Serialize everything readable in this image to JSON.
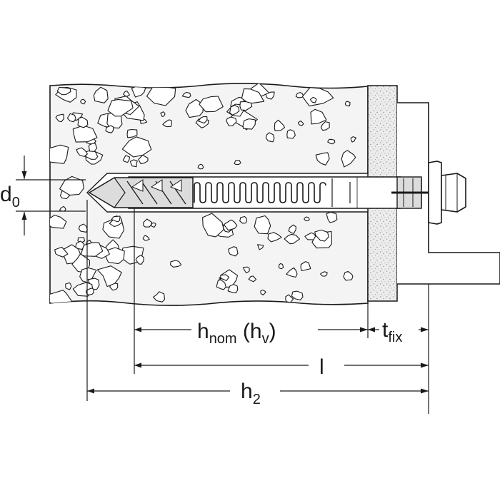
{
  "labels": {
    "d0_main": "d",
    "d0_sub": "0",
    "hnom_main": "h",
    "hnom_sub": "nom",
    "hnom_paren_open": " (h",
    "hnom_paren_sub": "v",
    "hnom_paren_close": ")",
    "tfix_main": "t",
    "tfix_sub": "fix",
    "l": "l",
    "h2_main": "h",
    "h2_sub": "2"
  },
  "colors": {
    "line": "#1a1a1a",
    "concrete": "#f2f2f2",
    "fixture_plate": "#e6e6e6",
    "anchor_fill": "#dcdcdc",
    "background": "#ffffff"
  }
}
